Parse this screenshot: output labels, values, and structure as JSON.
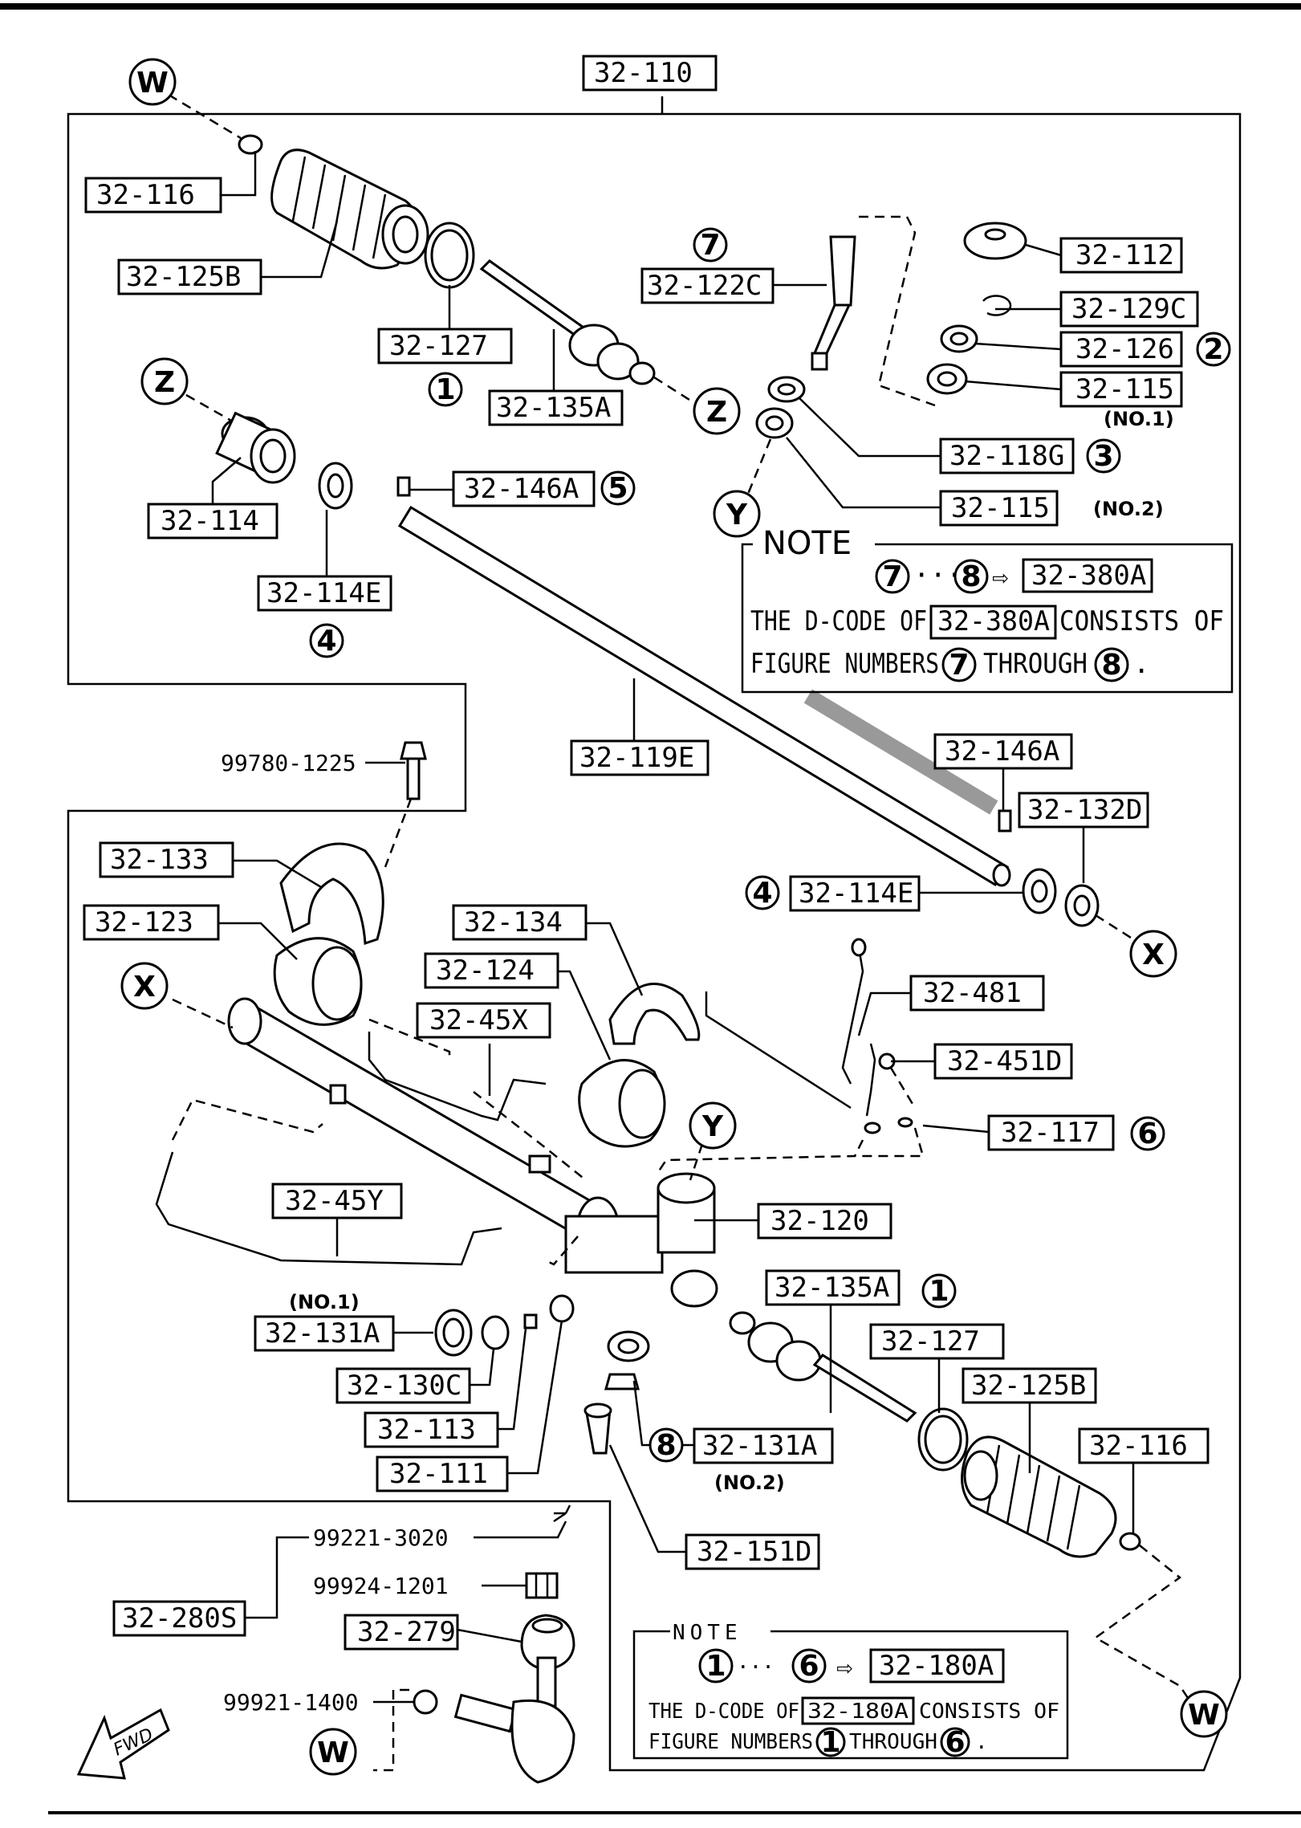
{
  "callouts": {
    "c32_110": "32-110",
    "c32_116_top": "32-116",
    "c32_125B_top": "32-125B",
    "c32_127_top": "32-127",
    "c32_135A_top": "32-135A",
    "c32_122C": "32-122C",
    "c32_112": "32-112",
    "c32_129C": "32-129C",
    "c32_126": "32-126",
    "c32_115_no1": "32-115",
    "c32_118G": "32-118G",
    "c32_115_no2": "32-115",
    "c32_114": "32-114",
    "c32_146A_top": "32-146A",
    "c32_114E_top": "32-114E",
    "c32_119E": "32-119E",
    "c32_146A_right": "32-146A",
    "c32_132D": "32-132D",
    "c32_114E_mid": "32-114E",
    "c32_133": "32-133",
    "c32_123": "32-123",
    "c32_134": "32-134",
    "c32_124": "32-124",
    "c32_45X": "32-45X",
    "c32_481": "32-481",
    "c32_451D": "32-451D",
    "c32_117": "32-117",
    "c32_45Y": "32-45Y",
    "c32_120": "32-120",
    "c32_135A_bot": "32-135A",
    "c32_131A_no1": "32-131A",
    "c32_130C": "32-130C",
    "c32_113": "32-113",
    "c32_111": "32-111",
    "c32_127_bot": "32-127",
    "c32_125B_bot": "32-125B",
    "c32_116_bot": "32-116",
    "c32_131A_no2": "32-131A",
    "c32_151D": "32-151D",
    "c32_280S": "32-280S",
    "c32_279": "32-279"
  },
  "part_numbers": {
    "p99780": "99780-1225",
    "p99221": "99221-3020",
    "p99924": "99924-1201",
    "p99921": "99921-1400"
  },
  "sublabels": {
    "no1_a": "(NO.1)",
    "no2_a": "(NO.2)",
    "no1_b": "(NO.1)",
    "no2_b": "(NO.2)"
  },
  "markers": {
    "W": "W",
    "X": "X",
    "Y": "Y",
    "Z": "Z",
    "n1": "1",
    "n2": "2",
    "n3": "3",
    "n4": "4",
    "n5": "5",
    "n6": "6",
    "n7": "7",
    "n8": "8"
  },
  "note1": {
    "title": "NOTE",
    "dots": "···",
    "arrow": "⇨",
    "ref": "32-380A",
    "line2_a": "THE D-CODE OF",
    "line2_ref": "32-380A",
    "line2_b": "CONSISTS OF",
    "line3_a": "FIGURE NUMBERS",
    "line3_b": "THROUGH",
    "line3_end": "."
  },
  "note2": {
    "title": "NOTE",
    "dots": "···",
    "arrow": "⇨",
    "ref": "32-180A",
    "line2_a": "THE D-CODE OF",
    "line2_ref": "32-180A",
    "line2_b": "CONSISTS OF",
    "line3_a": "FIGURE NUMBERS",
    "line3_b": "THROUGH",
    "line3_end": "."
  },
  "fwd": "FWD"
}
